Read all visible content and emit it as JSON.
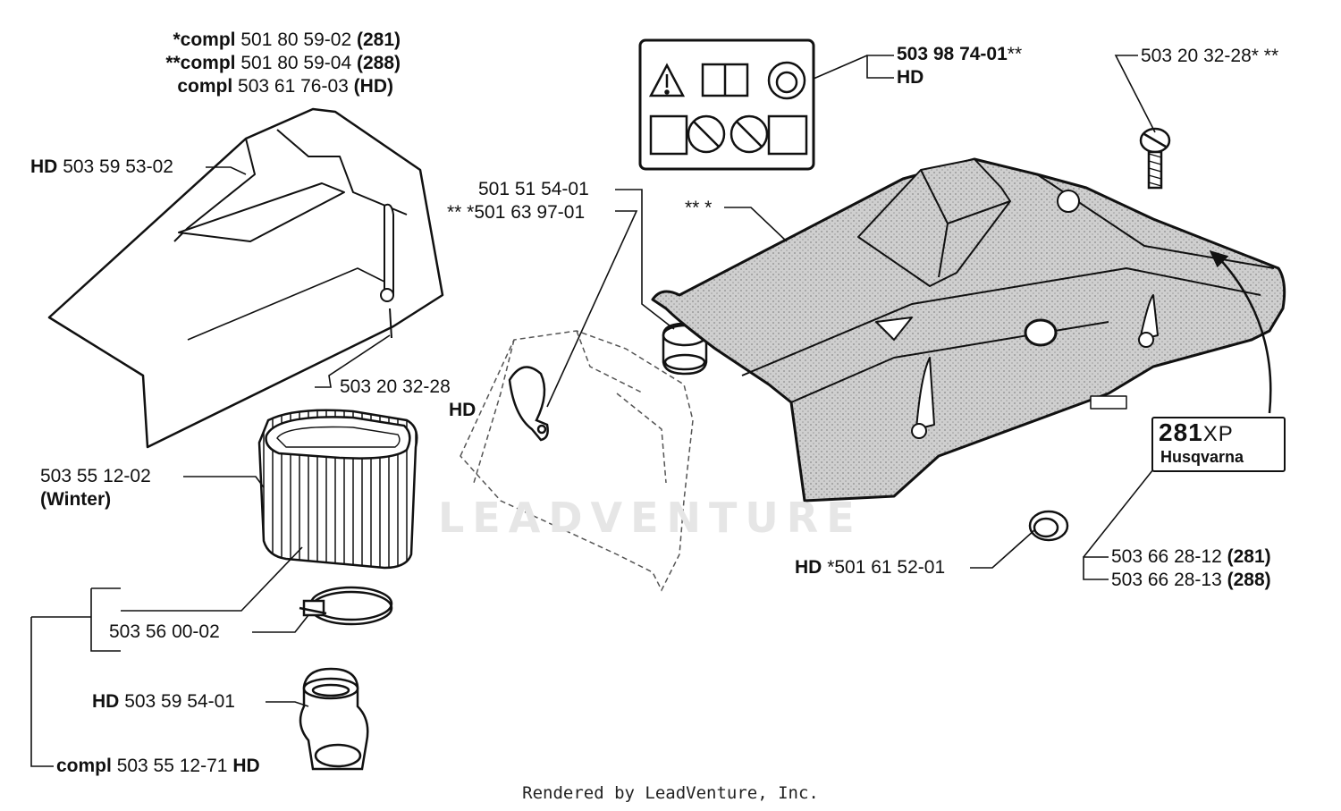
{
  "labels": {
    "compl_281": {
      "prefix": "*compl",
      "number": "501 80 59-02",
      "suffix": "(281)"
    },
    "compl_288": {
      "prefix": "**compl",
      "number": "501 80 59-04",
      "suffix": "(288)"
    },
    "compl_hd": {
      "prefix": "compl",
      "number": "503 61 76-03",
      "suffix": "(HD)"
    },
    "hd_cover": {
      "prefix": "HD",
      "number": "503 59 53-02"
    },
    "screw_left": {
      "number": "503 20 32-28"
    },
    "hd_left": {
      "text": "HD"
    },
    "filter": {
      "number": "503 55 12-02",
      "suffix": "(Winter)"
    },
    "clamp": {
      "number": "503 56 00-02"
    },
    "hd_adapter": {
      "prefix": "HD",
      "number": "503 59 54-01"
    },
    "compl_bottom": {
      "prefix": "compl",
      "number": "503 55 12-71",
      "suffix": "HD"
    },
    "grommet": {
      "number": "501 51 54-01"
    },
    "plug": {
      "prefix": "** *",
      "number": "501 63 97-01"
    },
    "cover_star": {
      "text": "** *"
    },
    "decal": {
      "number": "503 98 74-01",
      "stars": "**",
      "suffix": "HD"
    },
    "screw_right": {
      "number": "503 20 32-28",
      "stars": "* **"
    },
    "hd_plug": {
      "prefix": "HD",
      "number": "*501 61 52-01"
    },
    "sticker_281": {
      "number": "503 66 28-12",
      "suffix": "(281)"
    },
    "sticker_288": {
      "number": "503 66 28-13",
      "suffix": "(288)"
    }
  },
  "logo": {
    "model": "281",
    "model_suffix": "XP",
    "brand": "Husqvarna"
  },
  "watermark": "LEADVENTURE",
  "footer": "Rendered by LeadVenture, Inc."
}
